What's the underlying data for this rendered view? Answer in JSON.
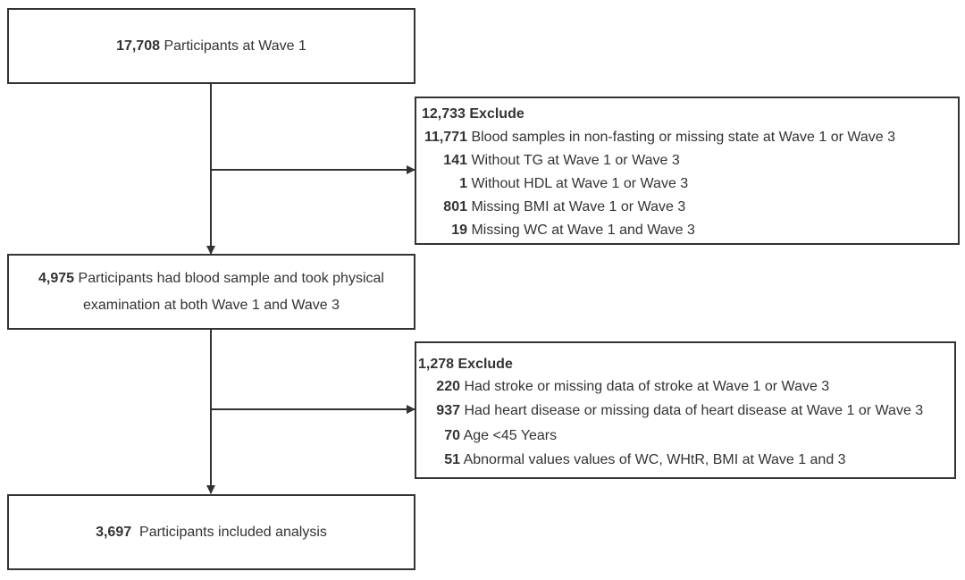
{
  "box1": {
    "number": "17,708",
    "text": " Participants at Wave 1"
  },
  "exclude1": {
    "total": "12,733",
    "label": " Exclude",
    "items": [
      {
        "number": "11,771",
        "text": " Blood samples in non-fasting or missing state at Wave 1 or Wave 3"
      },
      {
        "number": "141",
        "text": " Without TG at Wave 1 or Wave 3"
      },
      {
        "number": "1",
        "text": " Without HDL at Wave 1 or Wave 3"
      },
      {
        "number": "801",
        "text": " Missing BMI at Wave 1 or Wave 3"
      },
      {
        "number": "19",
        "text": " Missing WC at Wave 1 and Wave 3"
      }
    ]
  },
  "box2": {
    "number": "4,975",
    "text_line1": " Participants had blood sample and took physical",
    "text_line2": "examination at both Wave 1 and Wave 3"
  },
  "exclude2": {
    "total": "1,278",
    "label": " Exclude",
    "items": [
      {
        "number": "220",
        "text": " Had stroke or missing data of stroke at Wave 1 or Wave 3"
      },
      {
        "number": "937",
        "text": " Had heart disease or missing data of heart disease at Wave 1 or Wave 3"
      },
      {
        "number": "70",
        "text": " Age <45 Years"
      },
      {
        "number": "51",
        "text": " Abnormal values values of WC, WHtR, BMI at Wave 1 and 3"
      }
    ]
  },
  "box3": {
    "number": "3,697",
    "text": "  Participants included analysis"
  }
}
